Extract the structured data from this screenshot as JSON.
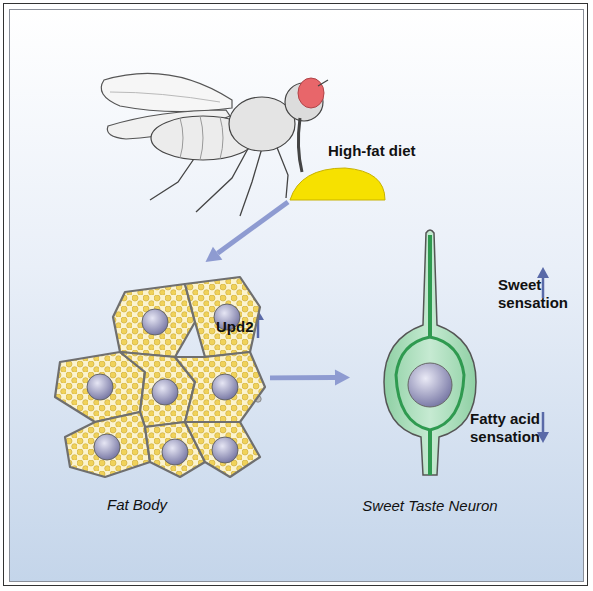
{
  "diagram": {
    "nodes": [
      {
        "text": [
          "High-fat diet"
        ]
      },
      {
        "text": [
          "Fat Body"
        ]
      },
      {
        "text": [
          "Sweet Taste Neuron"
        ]
      }
    ],
    "edges": [
      {
        "from": 0,
        "to": 1,
        "arrow": "to"
      },
      {
        "from": 1,
        "to": 2,
        "arrow": "to"
      }
    ],
    "labels": [
      "Upd2",
      "Sweet sensation",
      "Fatty acid sensation"
    ]
  }
}
